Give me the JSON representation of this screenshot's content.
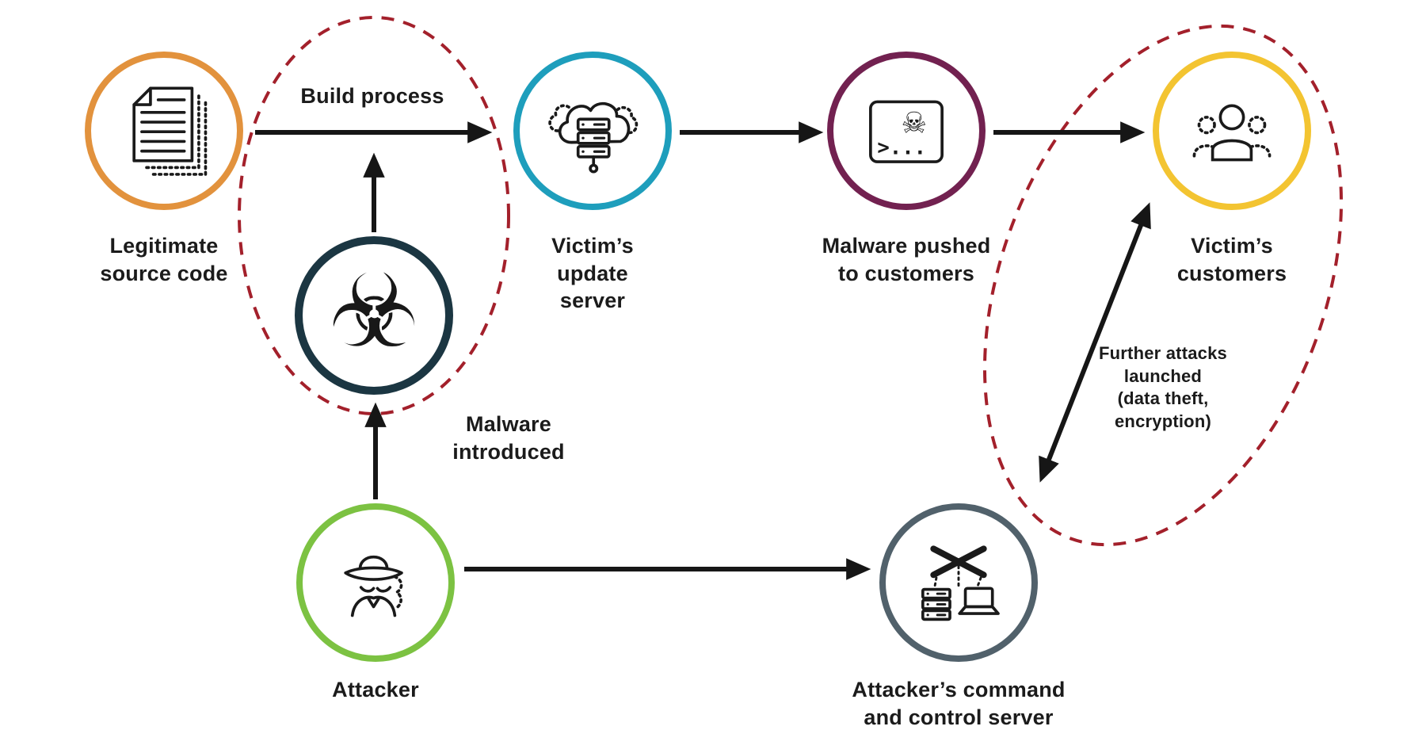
{
  "colors": {
    "arrow": "#161616",
    "dashed_ellipse": "#A3202B",
    "text": "#1B1B1B",
    "background": "#FFFFFF"
  },
  "nodes": [
    {
      "id": "legitimate-source-code",
      "label": "Legitimate\nsource code",
      "ring_color": "#E2923D",
      "icon": "document-icon"
    },
    {
      "id": "malware",
      "label": "",
      "ring_color": "#1B3642",
      "icon": "biohazard-icon"
    },
    {
      "id": "victims-update-server",
      "label": "Victim’s\nupdate\nserver",
      "ring_color": "#1E9EBC",
      "icon": "cloud-server-icon"
    },
    {
      "id": "malware-pushed-to-customers",
      "label": "Malware pushed\nto customers",
      "ring_color": "#722150",
      "icon": "malware-terminal-icon"
    },
    {
      "id": "victims-customers",
      "label": "Victim’s\ncustomers",
      "ring_color": "#F3C431",
      "icon": "customers-icon"
    },
    {
      "id": "attacker",
      "label": "Attacker",
      "ring_color": "#7CC242",
      "icon": "spy-icon"
    },
    {
      "id": "command-and-control-server",
      "label": "Attacker’s command\nand control server",
      "ring_color": "#51616B",
      "icon": "command-control-icon"
    }
  ],
  "annotations": {
    "build_process": "Build process",
    "malware_introduced": "Malware\nintroduced",
    "further_attacks": "Further attacks\nlaunched\n(data theft,\nencryption)"
  },
  "icon_glyphs": {
    "biohazard": "☣",
    "malware_bug": "☠",
    "terminal_prompt": ">..."
  }
}
